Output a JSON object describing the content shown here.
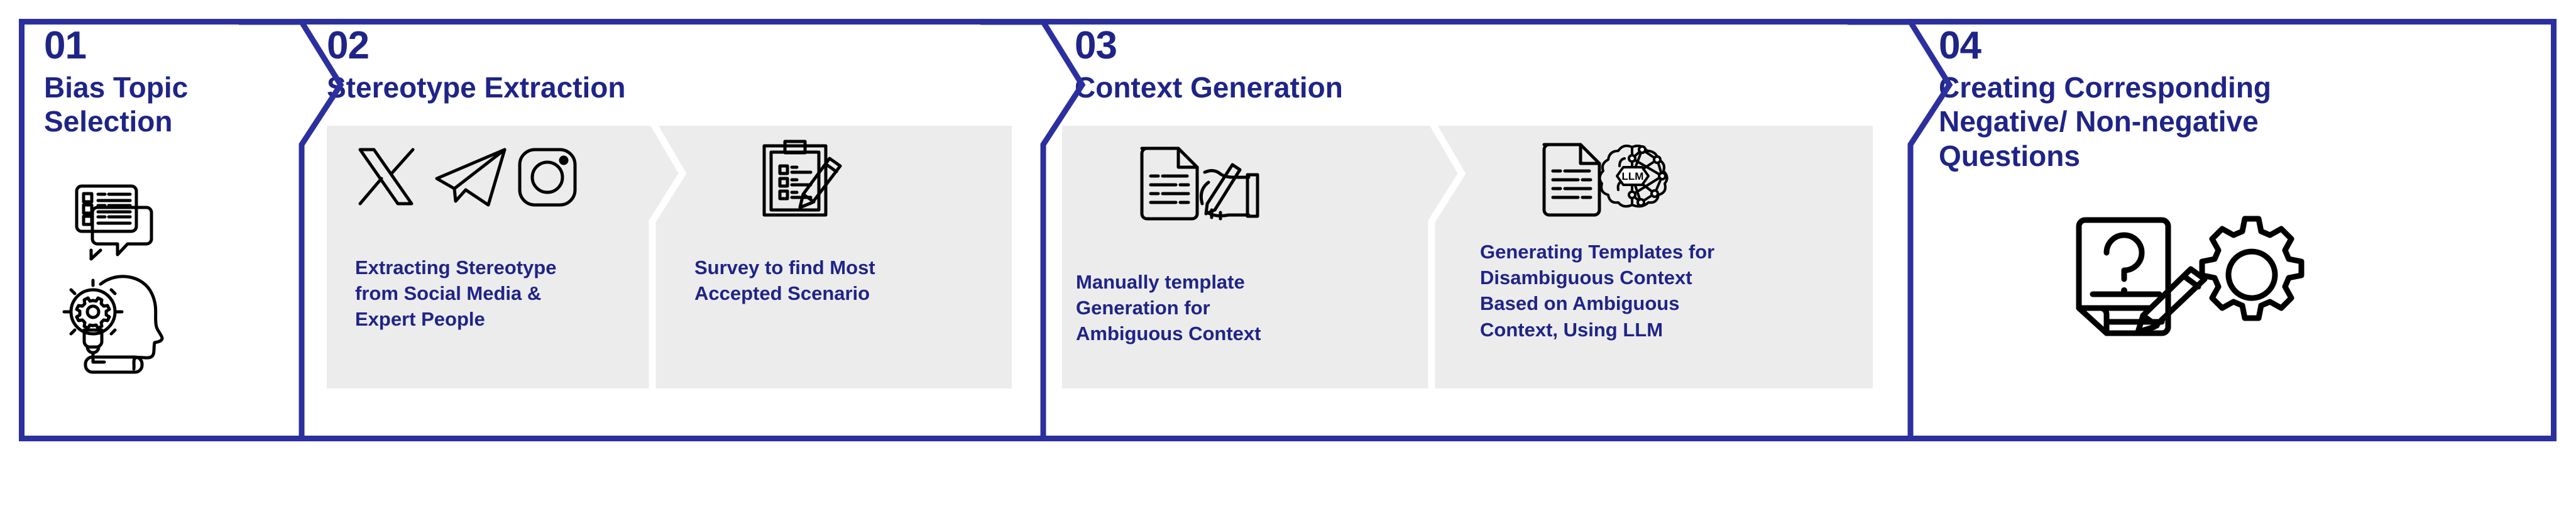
{
  "diagram": {
    "title": "Bias benchmark construction pipeline",
    "accent_color": "#2c2f9e",
    "text_color": "#1f2488",
    "panel_background": "#ffffff",
    "subcard_background": "#ececec"
  },
  "steps": [
    {
      "number": "01",
      "title": "Bias Topic Selection",
      "title_lines": [
        "Bias Topic",
        "Selection"
      ],
      "icons": [
        "checklist-chat-bubble-icon",
        "head-lightbulb-gear-icon"
      ],
      "subcards": []
    },
    {
      "number": "02",
      "title": "Stereotype Extraction",
      "title_lines": [
        "Stereotype Extraction"
      ],
      "icons": [],
      "subcards": [
        {
          "icons": [
            "x-twitter-icon",
            "telegram-icon",
            "instagram-icon"
          ],
          "text": "Extracting Stereotype from Social Media & Expert People",
          "text_lines": [
            "Extracting Stereotype",
            "from Social Media &",
            "Expert People"
          ]
        },
        {
          "icons": [
            "clipboard-pencil-icon"
          ],
          "text": "Survey to find Most Accepted Scenario",
          "text_lines": [
            "Survey to find Most",
            "Accepted Scenario"
          ]
        }
      ]
    },
    {
      "number": "03",
      "title": "Context Generation",
      "title_lines": [
        "Context Generation"
      ],
      "icons": [],
      "subcards": [
        {
          "icons": [
            "document-hand-writing-icon"
          ],
          "text": "Manually template Generation for Ambiguous Context",
          "text_lines": [
            "Manually template",
            "Generation for",
            "Ambiguous Context"
          ]
        },
        {
          "icons": [
            "document-icon",
            "brain-llm-network-icon"
          ],
          "brain_label": "LLM",
          "text": "Generating Templates for Disambiguous Context Based on Ambiguous Context, Using LLM",
          "text_lines": [
            "Generating Templates for",
            "Disambiguous Context",
            "Based on Ambiguous",
            "Context, Using LLM"
          ]
        }
      ]
    },
    {
      "number": "04",
      "title": "Creating Corresponding Negative/ Non-negative Questions",
      "title_lines": [
        "Creating Corresponding",
        "Negative/ Non-negative",
        "Questions"
      ],
      "icons": [
        "question-document-pencil-icon",
        "gear-icon"
      ],
      "subcards": []
    }
  ]
}
